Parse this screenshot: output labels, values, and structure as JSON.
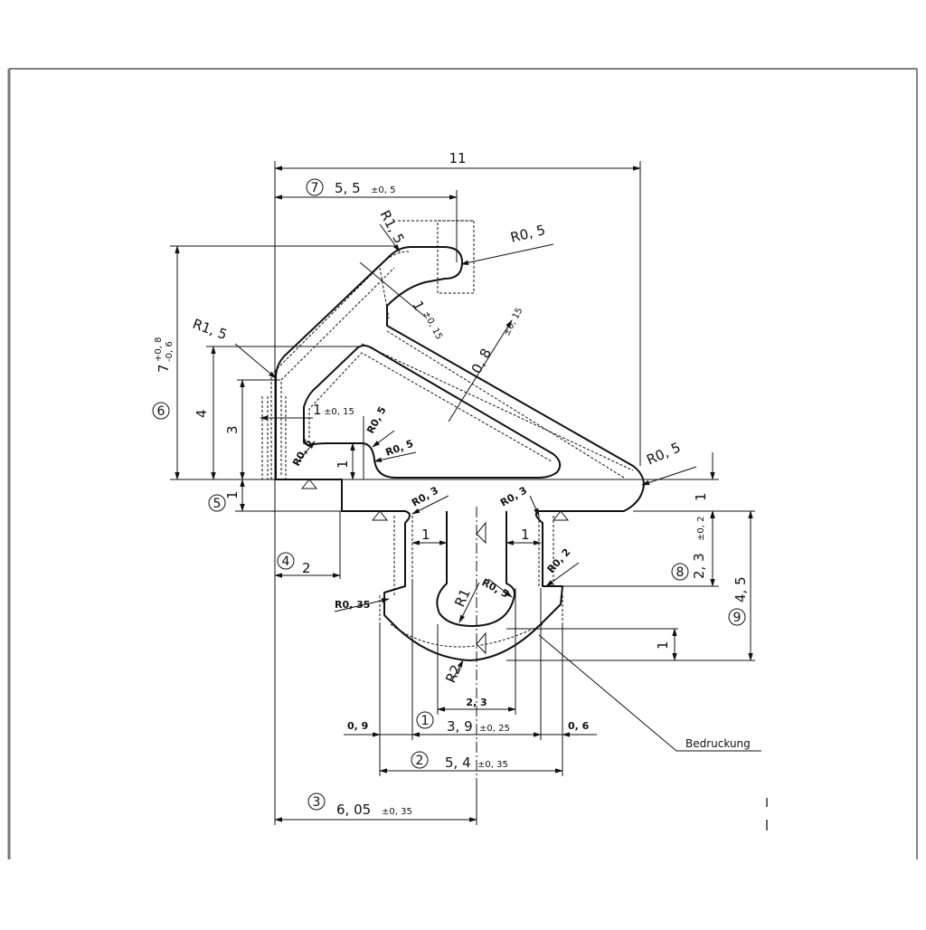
{
  "drawing": {
    "dim_overall_width": "11",
    "dim_7": {
      "number": "7",
      "value": "5, 5",
      "tol": "±0, 5"
    },
    "radius_top_left": "R1, 5",
    "radius_top_right": "R0, 5",
    "radius_outer_left": "R1, 5",
    "wall_1": {
      "value": "1",
      "tol": "±0, 15"
    },
    "wall_08": {
      "value": "0, 8",
      "tol": "±0, 15"
    },
    "wall_1_inner": {
      "value": "1",
      "tol": "±0, 15"
    },
    "radius_inner_a": "R0, 5",
    "radius_inner_b": "R0, 5",
    "radius_inner_c": "R0, 5",
    "radius_right_foot": "R0, 5",
    "dim_6": {
      "number": "6",
      "value": "7",
      "tol_upper": "+0, 8",
      "tol_lower": "-0, 6"
    },
    "dim_height_4": "4",
    "dim_height_3": "3",
    "dim_small_1": "1",
    "dim_5": {
      "number": "5",
      "value": "1"
    },
    "dim_right_1": "1",
    "radius_root_left": "R0, 3",
    "radius_root_right": "R0, 3",
    "dim_slot_left_1": "1",
    "dim_slot_right_1": "1",
    "dim_4": {
      "number": "4",
      "value": "2"
    },
    "radius_leg_right": "R0, 2",
    "dim_8": {
      "number": "8",
      "value": "2, 3",
      "tol": "±0, 2"
    },
    "dim_9": {
      "number": "9",
      "value": "4, 5"
    },
    "radius_leg_left": "R0, 35",
    "radius_bulb_inner": "R1",
    "radius_bulb_tip": "R0, 5",
    "radius_bulb_bottom": "R2",
    "dim_bulb_1": "1",
    "dim_23": "2, 3",
    "dim_1": {
      "number": "1",
      "value": "3, 9",
      "tol": "±0, 25"
    },
    "dim_09": "0, 9",
    "dim_06": "0, 6",
    "dim_2": {
      "number": "2",
      "value": "5, 4",
      "tol": "±0, 35"
    },
    "dim_3": {
      "number": "3",
      "value": "6, 05",
      "tol": "±0, 35"
    },
    "note_print": "Bedruckung"
  }
}
